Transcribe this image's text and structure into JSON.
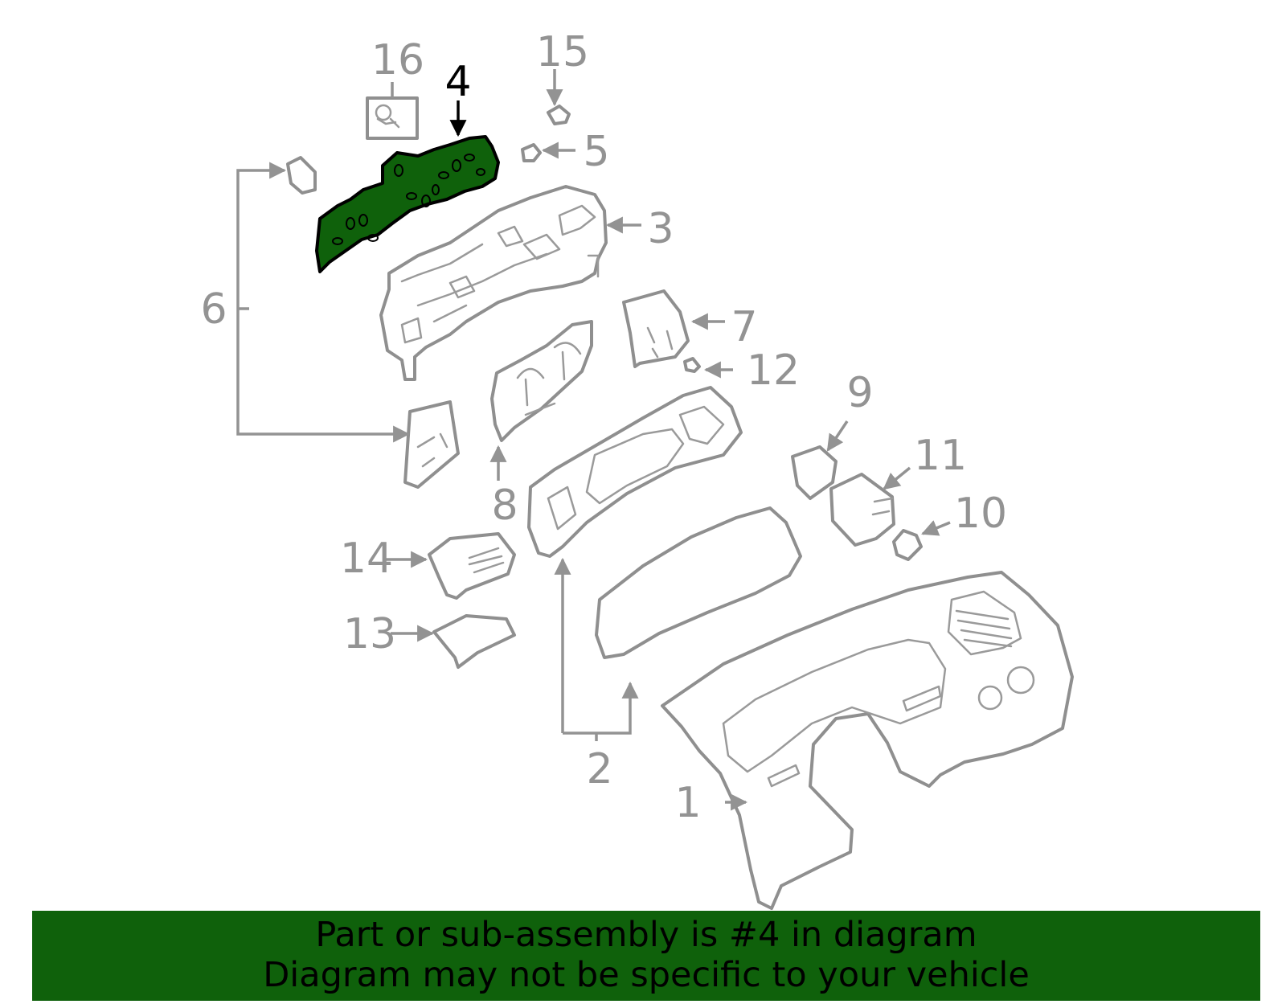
{
  "diagram": {
    "highlighted_part": "4",
    "highlight_color": "#0f610b",
    "callouts": [
      "1",
      "2",
      "3",
      "4",
      "5",
      "6",
      "7",
      "8",
      "9",
      "10",
      "11",
      "12",
      "13",
      "14",
      "15",
      "16"
    ]
  },
  "banner": {
    "line1": "Part or sub-assembly is #4 in diagram",
    "line2": "Diagram may not be specific to your vehicle",
    "background": "#0f610b"
  }
}
